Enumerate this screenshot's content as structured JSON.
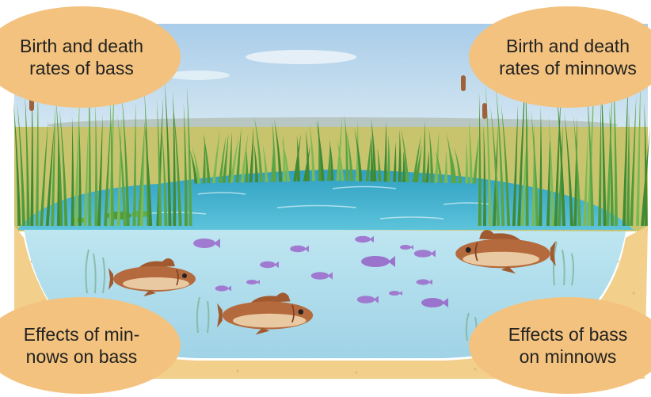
{
  "labels": {
    "top_left": "Birth and death\nrates of bass",
    "top_right": "Birth and death\nrates of minnows",
    "bottom_left": "Effects of min-\nnows on bass",
    "bottom_right": "Effects of bass\non minnows"
  },
  "colors": {
    "sky": "#bcd8ee",
    "grass": "#c9c46a",
    "reeds": "#4f9a3c",
    "water_surface": "#4bb6d0",
    "water": "#a9dcec",
    "sand": "#f2d08b",
    "bubble": "#f3c27e",
    "bass": "#b46a3c",
    "minnow": "#a07ad0"
  },
  "scene": {
    "bass_count": 3,
    "minnow_count": 14
  }
}
